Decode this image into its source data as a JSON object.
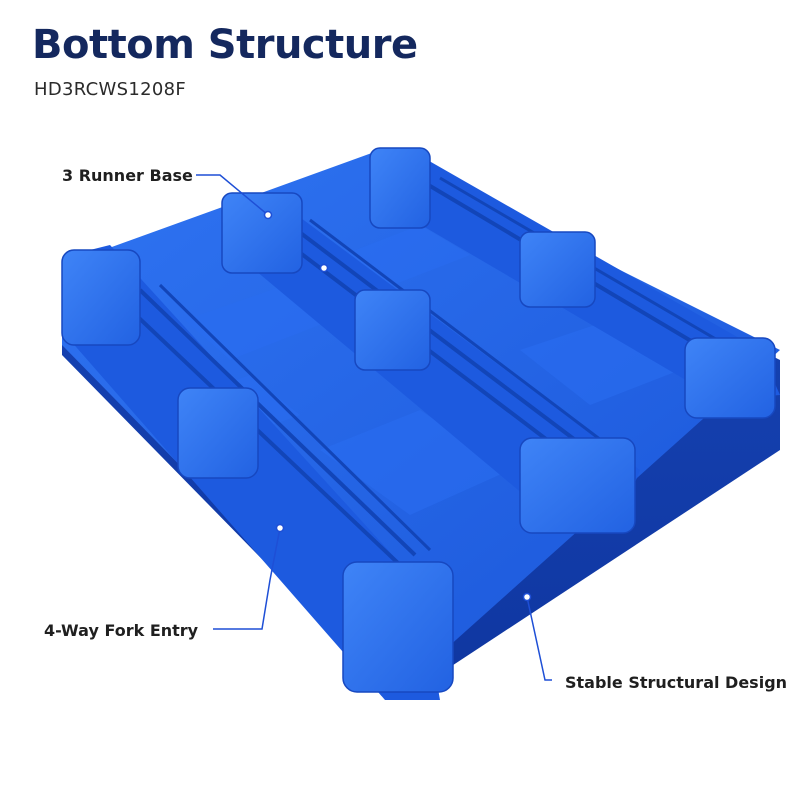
{
  "header": {
    "title": "Bottom Structure",
    "model": "HD3RCWS1208F"
  },
  "callouts": [
    {
      "label": "3 Runner Base"
    },
    {
      "label": "4-Way Fork Entry"
    },
    {
      "label": "Stable Structural Design"
    }
  ],
  "colors": {
    "title": "#14285e",
    "pallet": "#1f5fe0",
    "leader_line": "#1e4fd6"
  }
}
